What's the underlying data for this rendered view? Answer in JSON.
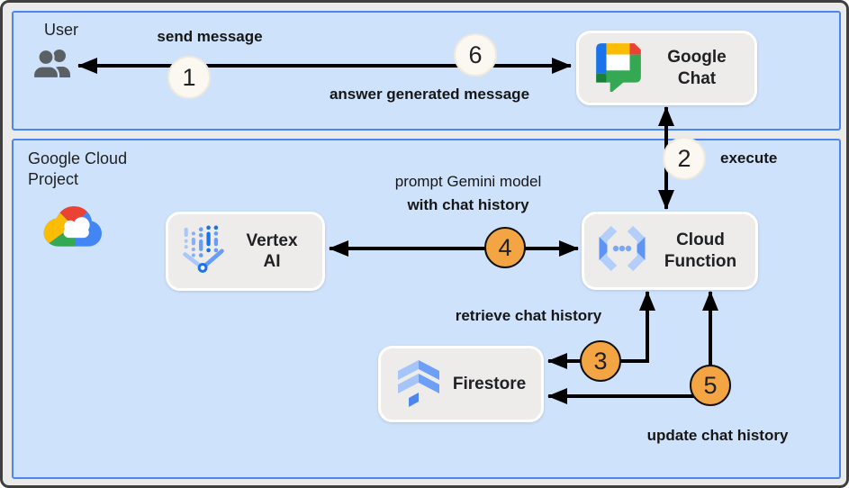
{
  "zones": {
    "user": {
      "title": "User"
    },
    "gcp": {
      "title": "Google Cloud Project"
    }
  },
  "nodes": {
    "google_chat": {
      "line1": "Google",
      "line2": "Chat"
    },
    "vertex_ai": {
      "line1": "Vertex",
      "line2": "AI"
    },
    "cloud_function": {
      "line1": "Cloud",
      "line2": "Function"
    },
    "firestore": {
      "line1": "Firestore",
      "line2": ""
    }
  },
  "labels": {
    "send_message": "send message",
    "answer": "answer generated message",
    "execute": "execute",
    "prompt_line1": "prompt Gemini model",
    "prompt_line2": "with chat history",
    "retrieve": "retrieve chat history",
    "update": "update chat history"
  },
  "steps": {
    "s1": "1",
    "s2": "2",
    "s3": "3",
    "s4": "4",
    "s5": "5",
    "s6": "6"
  },
  "icons": {
    "user": "users-icon",
    "gcp": "google-cloud-icon",
    "chat": "google-chat-icon",
    "vertex": "vertex-ai-icon",
    "function": "cloud-functions-icon",
    "firestore": "firestore-icon"
  },
  "colors": {
    "zone_fill": "#cfe2fc",
    "zone_border": "#4a86ee",
    "node_fill": "#edecea",
    "step_neutral": "#fbf8f2",
    "step_highlight": "#f3a443",
    "arrow": "#000000"
  }
}
